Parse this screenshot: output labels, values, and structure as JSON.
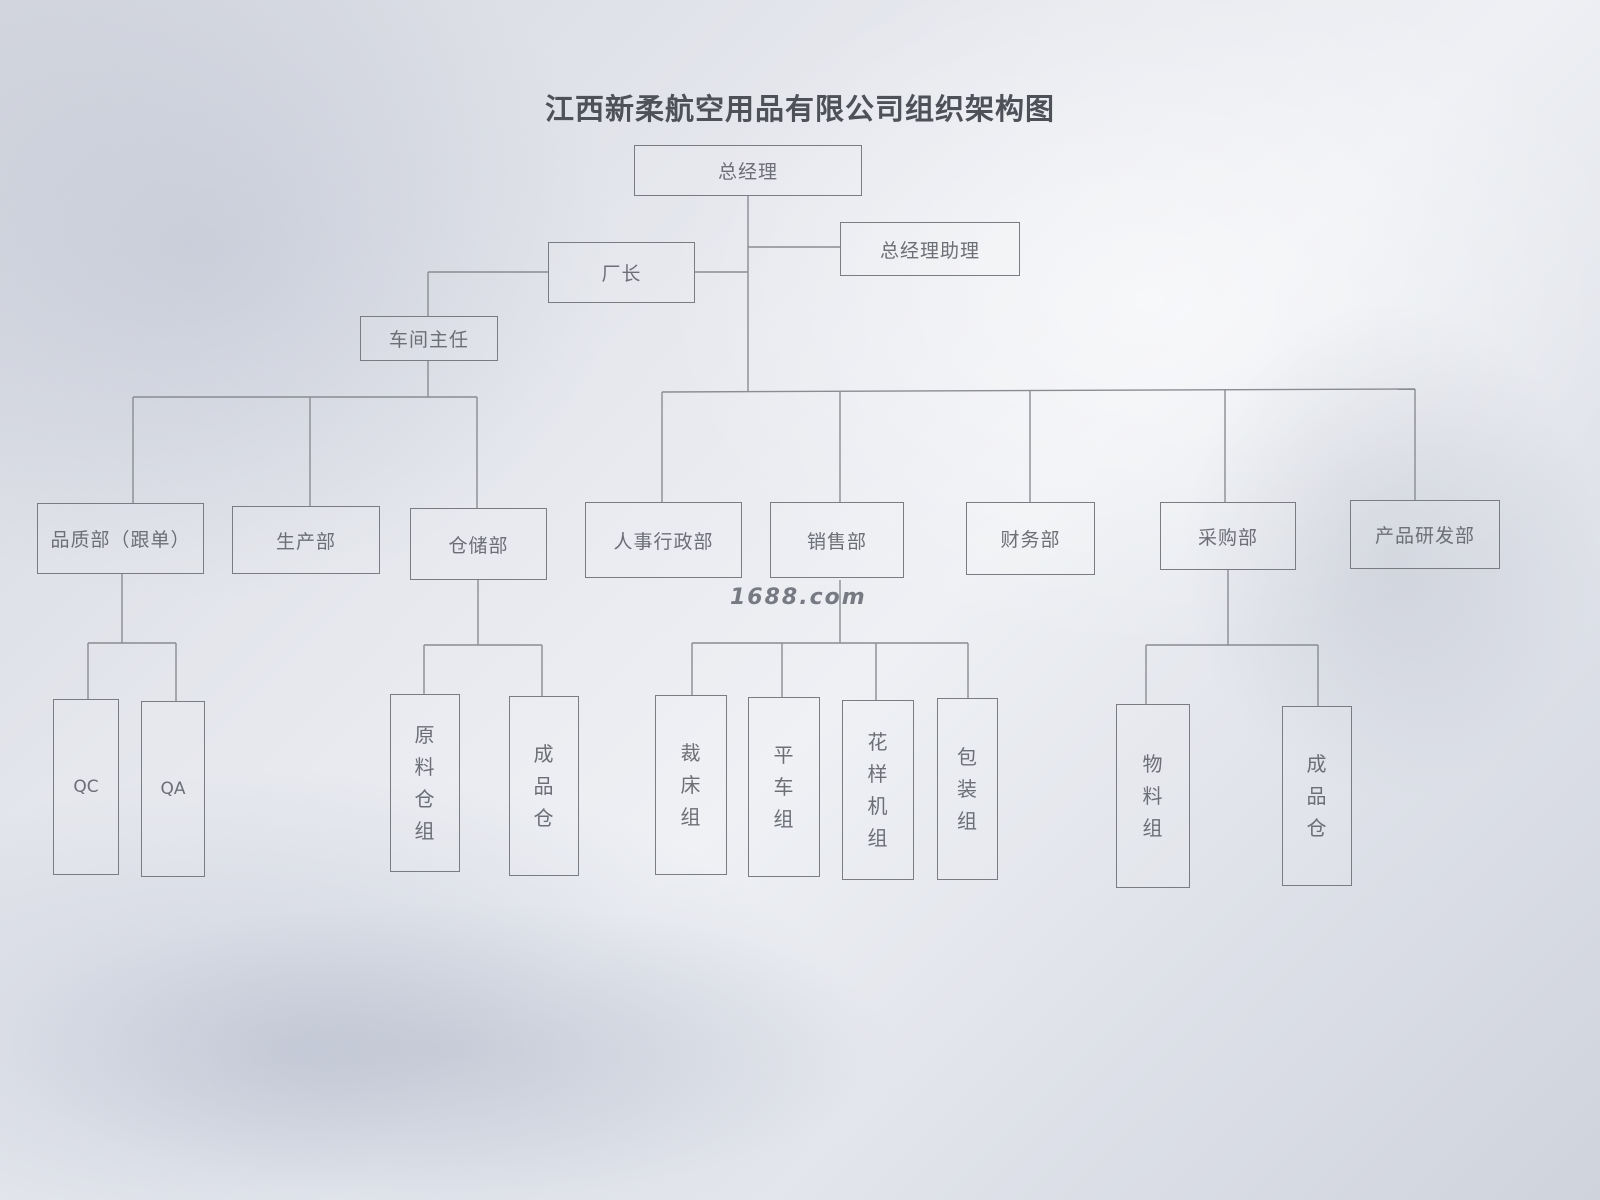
{
  "title": "江西新柔航空用品有限公司组织架构图",
  "watermark": "1688.com",
  "nodes": {
    "gm": "总经理",
    "gm_assistant": "总经理助理",
    "factory_director": "厂长",
    "workshop_director": "车间主任",
    "quality": "品质部（跟单）",
    "production": "生产部",
    "warehouse": "仓储部",
    "hr_admin": "人事行政部",
    "sales": "销售部",
    "finance": "财务部",
    "purchasing": "采购部",
    "rd": "产品研发部",
    "qc": "QC",
    "qa": "QA",
    "raw_material_group": [
      "原",
      "料",
      "仓",
      "组"
    ],
    "finished_goods_wh_1": [
      "成",
      "品",
      "仓"
    ],
    "cutting_group": [
      "裁",
      "床",
      "组"
    ],
    "sewing_group": [
      "平",
      "车",
      "组"
    ],
    "pattern_machine_group": [
      "花",
      "样",
      "机",
      "组"
    ],
    "packing_group": [
      "包",
      "装",
      "组"
    ],
    "material_group": [
      "物",
      "料",
      "组"
    ],
    "finished_goods_wh_2": [
      "成",
      "品",
      "仓"
    ]
  }
}
